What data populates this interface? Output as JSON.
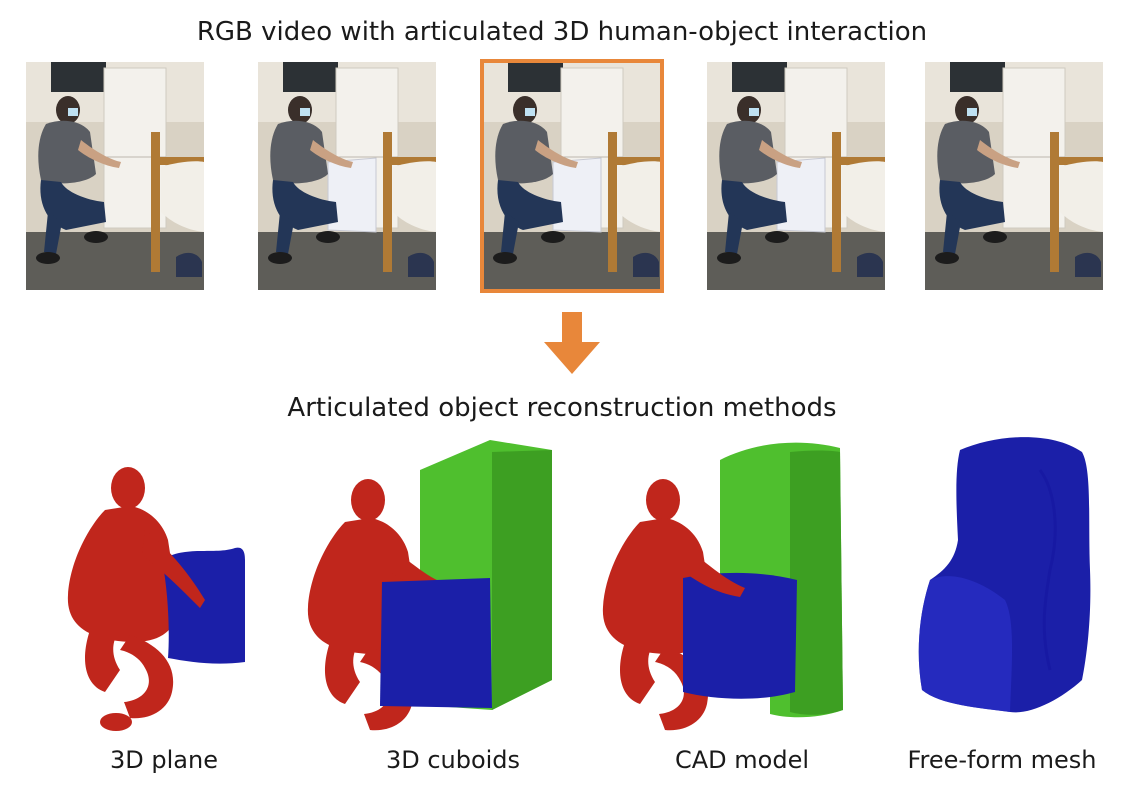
{
  "header": {
    "title": "RGB video with articulated 3D human-object interaction"
  },
  "frames": {
    "count": 5,
    "selected_index": 2,
    "highlight_color": "#e8873a"
  },
  "section": {
    "title": "Articulated object reconstruction methods"
  },
  "methods": [
    {
      "label": "3D plane"
    },
    {
      "label": "3D cuboids"
    },
    {
      "label": "CAD model"
    },
    {
      "label": "Free-form mesh"
    }
  ],
  "colors": {
    "human": "#c0261c",
    "articulated_part": "#1b1fa8",
    "body_part": "#4fbf2e",
    "arrow": "#e8873a"
  }
}
